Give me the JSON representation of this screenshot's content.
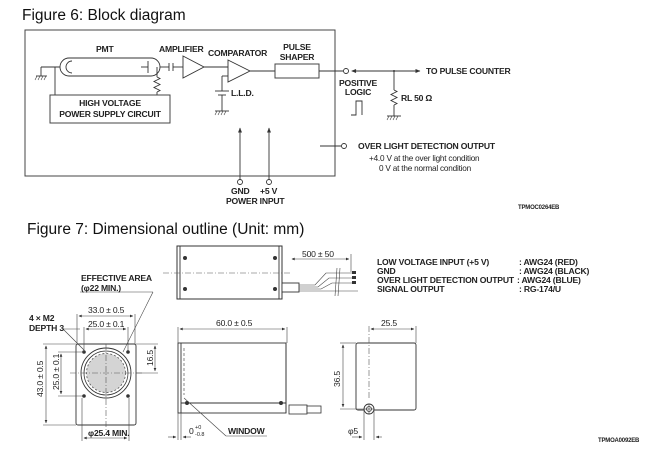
{
  "figure6": {
    "number": "Figure 6:",
    "title": "Block diagram",
    "labels": {
      "pmt": "PMT",
      "amplifier": "AMPLIFIER",
      "comparator": "COMPARATOR",
      "pulse_shaper_1": "PULSE",
      "pulse_shaper_2": "SHAPER",
      "hv_1": "HIGH VOLTAGE",
      "hv_2": "POWER SUPPLY CIRCUIT",
      "lld": "L.L.D.",
      "positive_logic_1": "POSITIVE",
      "positive_logic_2": "LOGIC",
      "to_pulse_counter": "TO PULSE COUNTER",
      "rl": "RL 50 Ω",
      "over_light_output": "OVER LIGHT DETECTION OUTPUT",
      "over_light_cond": "+4.0 V at the over light condition",
      "normal_cond": "0 V at the normal condition",
      "gnd": "GND",
      "plus5v": "+5 V",
      "power_input": "POWER INPUT"
    },
    "code": "TPMOC0264EB"
  },
  "figure7": {
    "number": "Figure 7:",
    "title": "Dimensional outline (Unit: mm)",
    "labels": {
      "effective_area_1": "EFFECTIVE AREA",
      "effective_area_2": "(φ22 MIN.)",
      "screw_1": "4 × M2",
      "screw_2": "DEPTH 3",
      "width_outer": "33.0 ± 0.5",
      "width_inner": "25.0 ± 0.1",
      "height_outer": "43.0 ± 0.5",
      "height_inner": "25.0 ± 0.1",
      "offset_top": "16.5",
      "window_dia": "φ25.4 MIN.",
      "cable_length": "500 ± 50",
      "length": "60.0 ± 0.5",
      "window_tol": "0",
      "window_tol_sup": "+0",
      "window_tol_sub": "-0.8",
      "window": "WINDOW",
      "side_width": "25.5",
      "side_height": "36.5",
      "cable_dia": "φ5"
    },
    "wires": [
      {
        "name": "LOW VOLTAGE INPUT (+5 V)",
        "spec": ": AWG24 (RED)"
      },
      {
        "name": "GND",
        "spec": ": AWG24 (BLACK)"
      },
      {
        "name": "OVER LIGHT DETECTION OUTPUT",
        "spec": ": AWG24 (BLUE)"
      },
      {
        "name": "SIGNAL OUTPUT",
        "spec": ": RG-174/U"
      }
    ],
    "code": "TPMOA0092EB"
  }
}
